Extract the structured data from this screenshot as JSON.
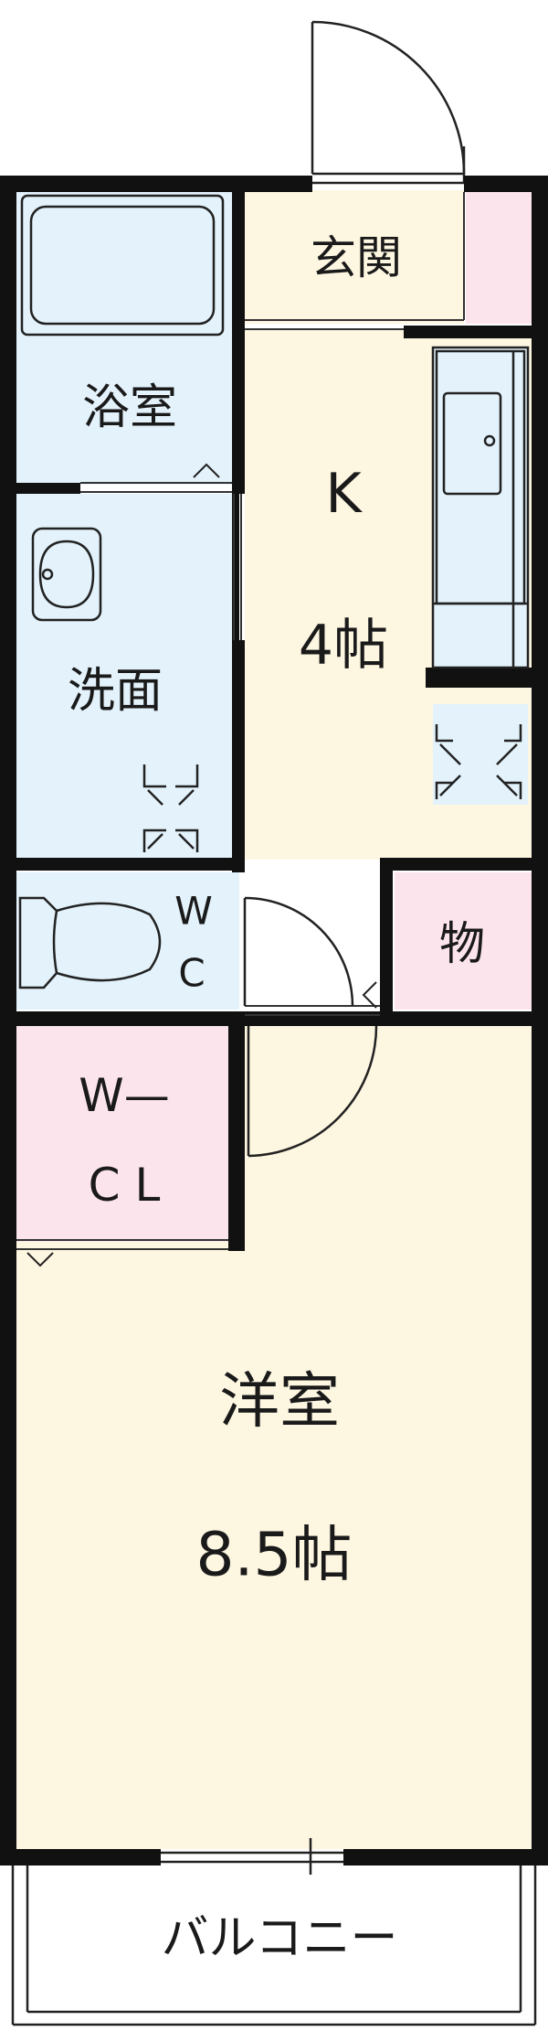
{
  "floorplan": {
    "rooms": {
      "genkan": "玄関",
      "bath": "浴室",
      "washroom": "洗面",
      "kitchen": "K",
      "kitchen_size": "4帖",
      "toilet_w": "W",
      "toilet_c": "C",
      "storage": "物",
      "walkin_closet_top": "W—",
      "walkin_closet_bottom": "C L",
      "western_room": "洋室",
      "western_room_size": "8.5帖",
      "balcony": "バルコニー"
    },
    "colors": {
      "wet_area": "#e3f2fb",
      "living_area": "#fdf6e1",
      "storage_area": "#fce4ec",
      "wall": "#111111",
      "line": "#222222"
    }
  }
}
